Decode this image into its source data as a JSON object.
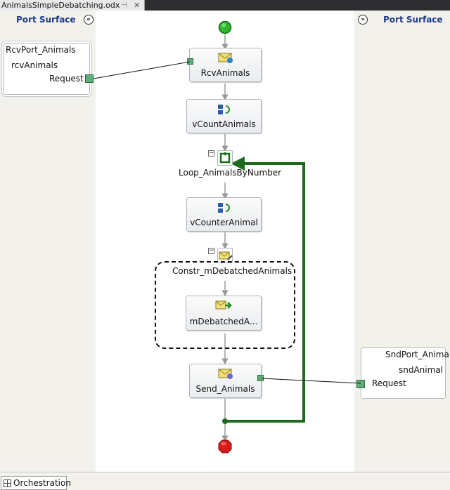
{
  "document": {
    "tab_title": "AnimalsSimpleDebatching.odx"
  },
  "left_surface": {
    "header": "Port Surface",
    "port": {
      "name": "RcvPort_Animals",
      "operation": "rcvAnimals",
      "message": "Request"
    }
  },
  "right_surface": {
    "header": "Port Surface",
    "port": {
      "name": "SndPort_Animal",
      "operation": "sndAnimal",
      "message": "Request"
    }
  },
  "shapes": {
    "receive": "RcvAnimals",
    "expr_count": "vCountAnimals",
    "loop": "Loop_AnimalsByNumber",
    "expr_counter": "vCounterAnimal",
    "construct": "Constr_mDebatchedAnimals",
    "assign": "mDebatchedA...",
    "send": "Send_Animals"
  },
  "colors": {
    "loop_line": "#1e6b1e",
    "start": "#2fb52f",
    "end": "#d91a1a",
    "port_header": "#1f3a8a"
  },
  "bottom_tabs": [
    "Orchestration"
  ]
}
